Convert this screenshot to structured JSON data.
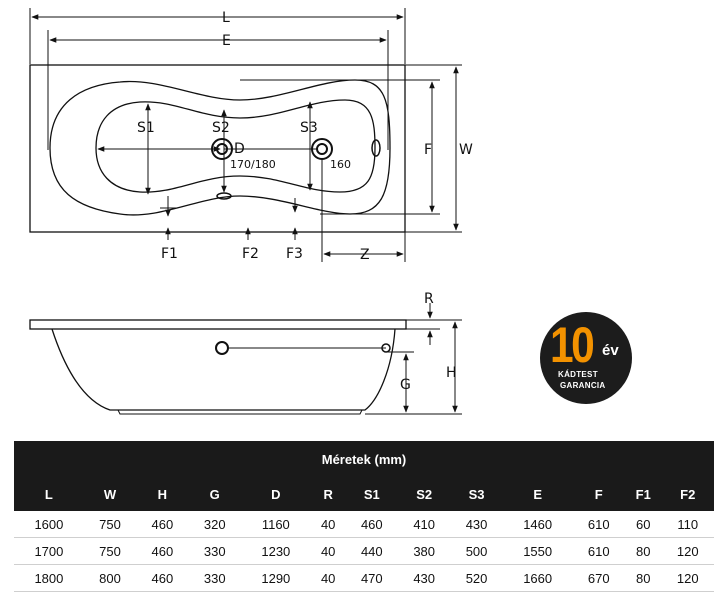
{
  "top_view": {
    "labels": {
      "L": "L",
      "E": "E",
      "W": "W",
      "F": "F",
      "Z": "Z",
      "S1": "S1",
      "S2": "S2",
      "S3": "S3",
      "D": "D",
      "F1": "F1",
      "F2": "F2",
      "F3": "F3",
      "drain_sizes": "170/180",
      "overflow_size": "160"
    }
  },
  "side_view": {
    "labels": {
      "R": "R",
      "G": "G",
      "H": "H"
    }
  },
  "badge": {
    "number": "10",
    "unit": "év",
    "line1": "KÁDTEST",
    "line2": "GARANCIA",
    "number_color": "#f39200"
  },
  "table": {
    "title": "Méretek (mm)",
    "headers": [
      "L",
      "W",
      "H",
      "G",
      "D",
      "R",
      "S1",
      "S2",
      "S3",
      "E",
      "F",
      "F1",
      "F2"
    ],
    "rows": [
      [
        "1600",
        "750",
        "460",
        "320",
        "1160",
        "40",
        "460",
        "410",
        "430",
        "1460",
        "610",
        "60",
        "110"
      ],
      [
        "1700",
        "750",
        "460",
        "330",
        "1230",
        "40",
        "440",
        "380",
        "500",
        "1550",
        "610",
        "80",
        "120"
      ],
      [
        "1800",
        "800",
        "460",
        "330",
        "1290",
        "40",
        "470",
        "430",
        "520",
        "1660",
        "670",
        "80",
        "120"
      ]
    ]
  }
}
